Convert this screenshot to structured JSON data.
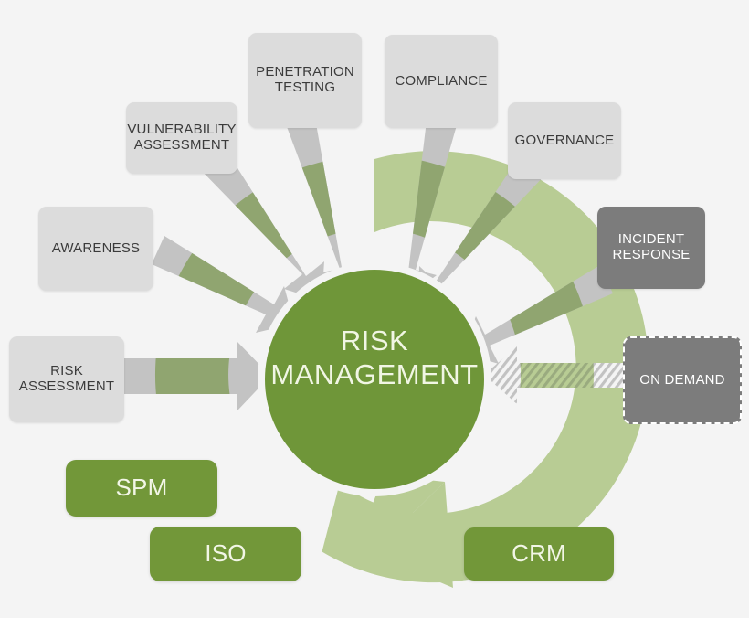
{
  "diagram": {
    "title": "RISK MANAGEMENT",
    "type": "hub-and-spoke",
    "background_color": "#f4f4f4",
    "center": {
      "label": "RISK\nMANAGEMENT",
      "fill_color": "#6f9639",
      "text_color": "#f1f6e4",
      "ring_color": "#ffffff"
    },
    "ring": {
      "label": "circular-process-arrow",
      "fill_color": "#b8cc94",
      "direction": "counterclockwise",
      "arrowhead_position": "bottom-center"
    },
    "inbound_nodes": [
      {
        "id": "vulnerability-assessment",
        "label": "VULNERABILITY\nASSESSMENT",
        "style": "gray",
        "fill_color": "#dcdcdc",
        "text_color": "#3b3b3b",
        "arrow_style": "solid"
      },
      {
        "id": "penetration-testing",
        "label": "PENETRATION\nTESTING",
        "style": "gray",
        "fill_color": "#dcdcdc",
        "text_color": "#3b3b3b",
        "arrow_style": "solid"
      },
      {
        "id": "compliance",
        "label": "COMPLIANCE",
        "style": "gray",
        "fill_color": "#dcdcdc",
        "text_color": "#3b3b3b",
        "arrow_style": "solid"
      },
      {
        "id": "governance",
        "label": "GOVERNANCE",
        "style": "gray",
        "fill_color": "#dcdcdc",
        "text_color": "#3b3b3b",
        "arrow_style": "solid"
      },
      {
        "id": "incident-response",
        "label": "INCIDENT\nRESPONSE",
        "style": "dark-gray",
        "fill_color": "#7c7c7c",
        "text_color": "#ffffff",
        "arrow_style": "solid"
      },
      {
        "id": "on-demand",
        "label": "ON DEMAND",
        "style": "dark-gray-dashed",
        "fill_color": "#7c7c7c",
        "text_color": "#ffffff",
        "arrow_style": "hatched"
      },
      {
        "id": "awareness",
        "label": "AWARENESS",
        "style": "gray",
        "fill_color": "#dcdcdc",
        "text_color": "#3b3b3b",
        "arrow_style": "solid"
      },
      {
        "id": "risk-assessment",
        "label": "RISK\nASSESSMENT",
        "style": "gray",
        "fill_color": "#dcdcdc",
        "text_color": "#3b3b3b",
        "arrow_style": "solid"
      }
    ],
    "outcome_nodes": [
      {
        "id": "spm",
        "label": "SPM",
        "style": "green",
        "fill_color": "#729739",
        "text_color": "#f2f6e6"
      },
      {
        "id": "iso",
        "label": "ISO",
        "style": "green",
        "fill_color": "#729739",
        "text_color": "#f2f6e6"
      },
      {
        "id": "crm",
        "label": "CRM",
        "style": "green",
        "fill_color": "#729739",
        "text_color": "#f2f6e6"
      }
    ]
  }
}
